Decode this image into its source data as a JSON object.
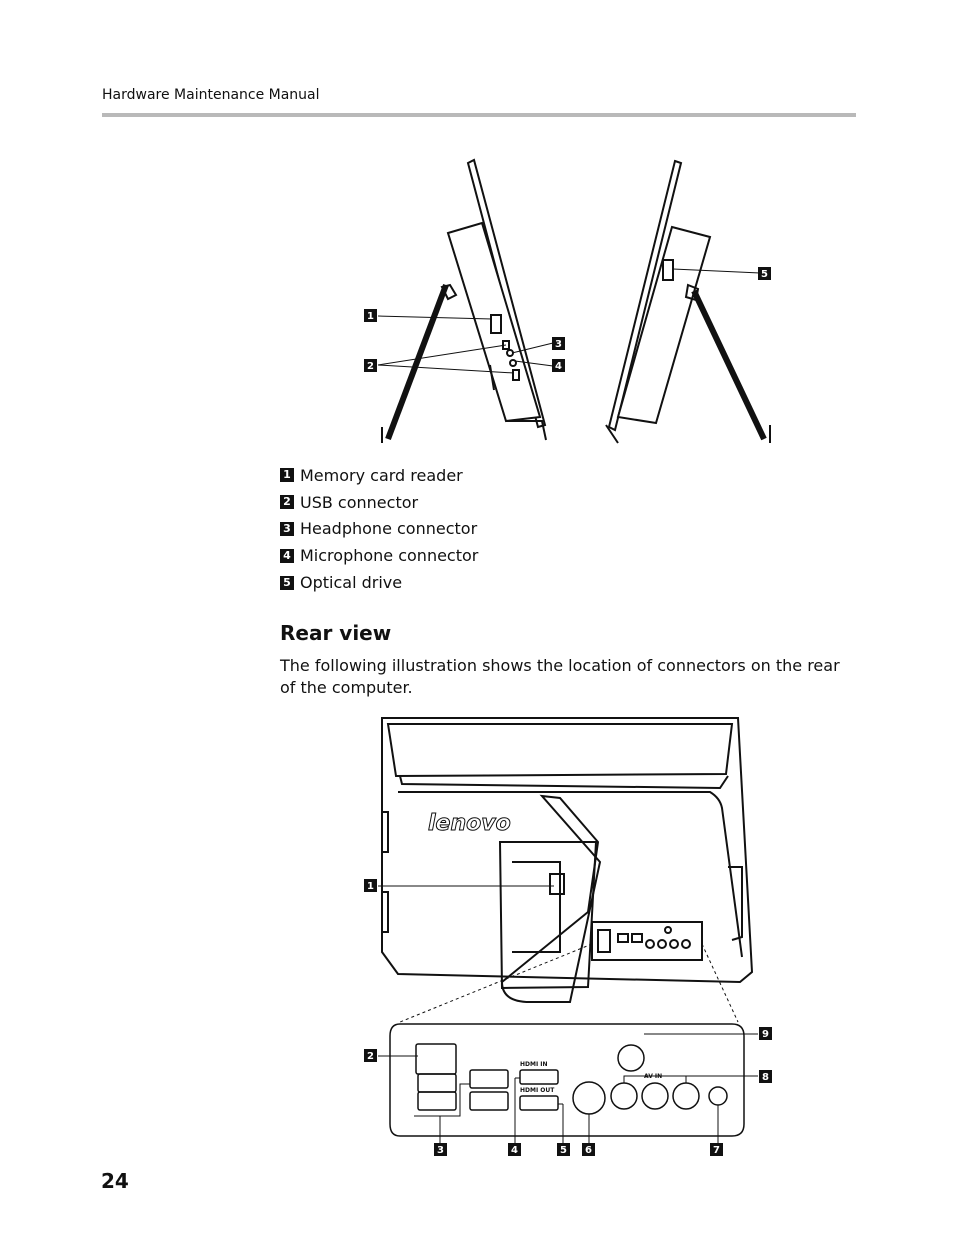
{
  "header": {
    "title": "Hardware Maintenance Manual"
  },
  "side_figure": {
    "callouts": [
      "1",
      "2",
      "3",
      "4",
      "5"
    ]
  },
  "legend": {
    "items": [
      {
        "num": "1",
        "label": "Memory card reader"
      },
      {
        "num": "2",
        "label": "USB connector"
      },
      {
        "num": "3",
        "label": "Headphone connector"
      },
      {
        "num": "4",
        "label": "Microphone connector"
      },
      {
        "num": "5",
        "label": "Optical drive"
      }
    ]
  },
  "section": {
    "title": "Rear view",
    "body": "The following illustration shows the location of connectors on the rear of the computer."
  },
  "rear_figure": {
    "brand": "lenovo",
    "callouts": [
      "1",
      "2",
      "3",
      "4",
      "5",
      "6",
      "7",
      "8",
      "9"
    ],
    "port_labels": {
      "hdmi_in": "HDMI IN",
      "hdmi_out": "HDMI OUT",
      "av_in": "AV-IN"
    }
  },
  "page_number": "24"
}
